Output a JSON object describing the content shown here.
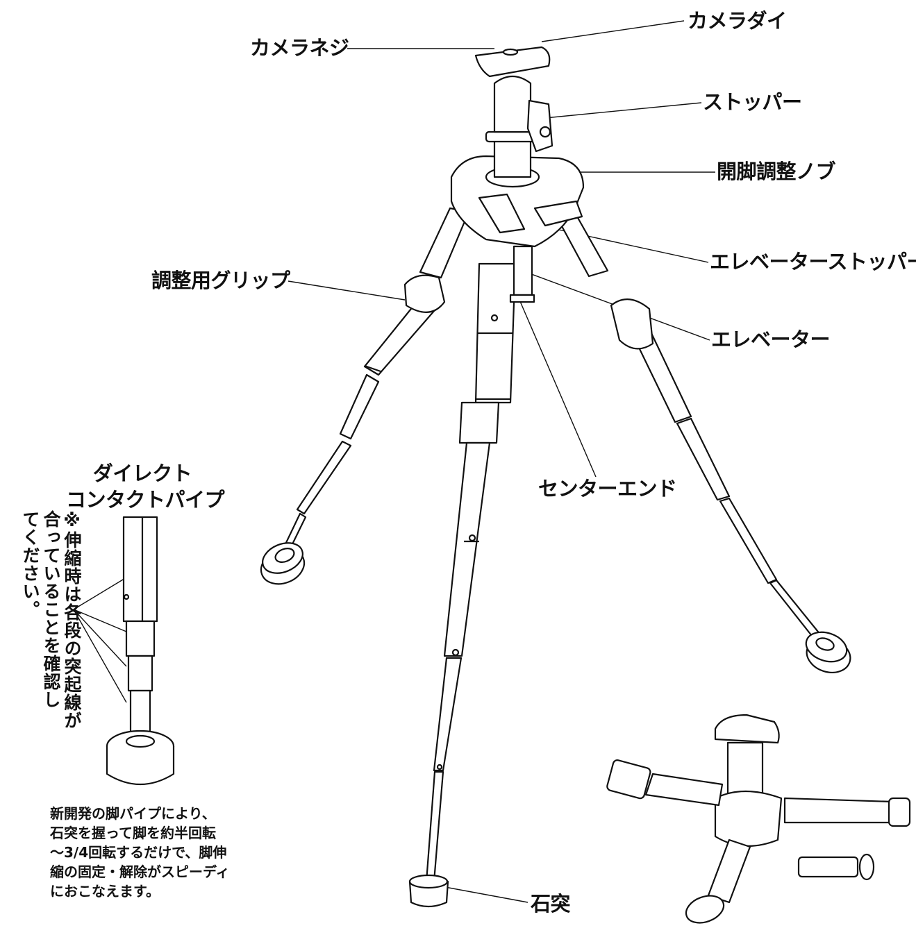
{
  "labels": {
    "camera_die": "カメラダイ",
    "camera_screw": "カメラネジ",
    "stopper": "ストッパー",
    "leg_knob": "開脚調整ノブ",
    "elevator_stopper": "エレベーターストッパー",
    "grip": "調整用グリップ",
    "elevator": "エレベーター",
    "center_end": "センターエンド",
    "stone": "石突"
  },
  "pipe_title": {
    "line1": "ダイレクト",
    "line2": "コンタクトパイプ"
  },
  "note": {
    "line1": "※伸縮時は各段の突起線が",
    "line2": "合っていることを確認し",
    "line3": "てください。"
  },
  "description": {
    "line1": "新開発の脚パイプにより、",
    "line2": "石突を握って脚を約半回転",
    "line3": "～3/4回転するだけで、脚伸",
    "line4": "縮の固定・解除がスピーディ",
    "line5": "におこなえます。"
  }
}
